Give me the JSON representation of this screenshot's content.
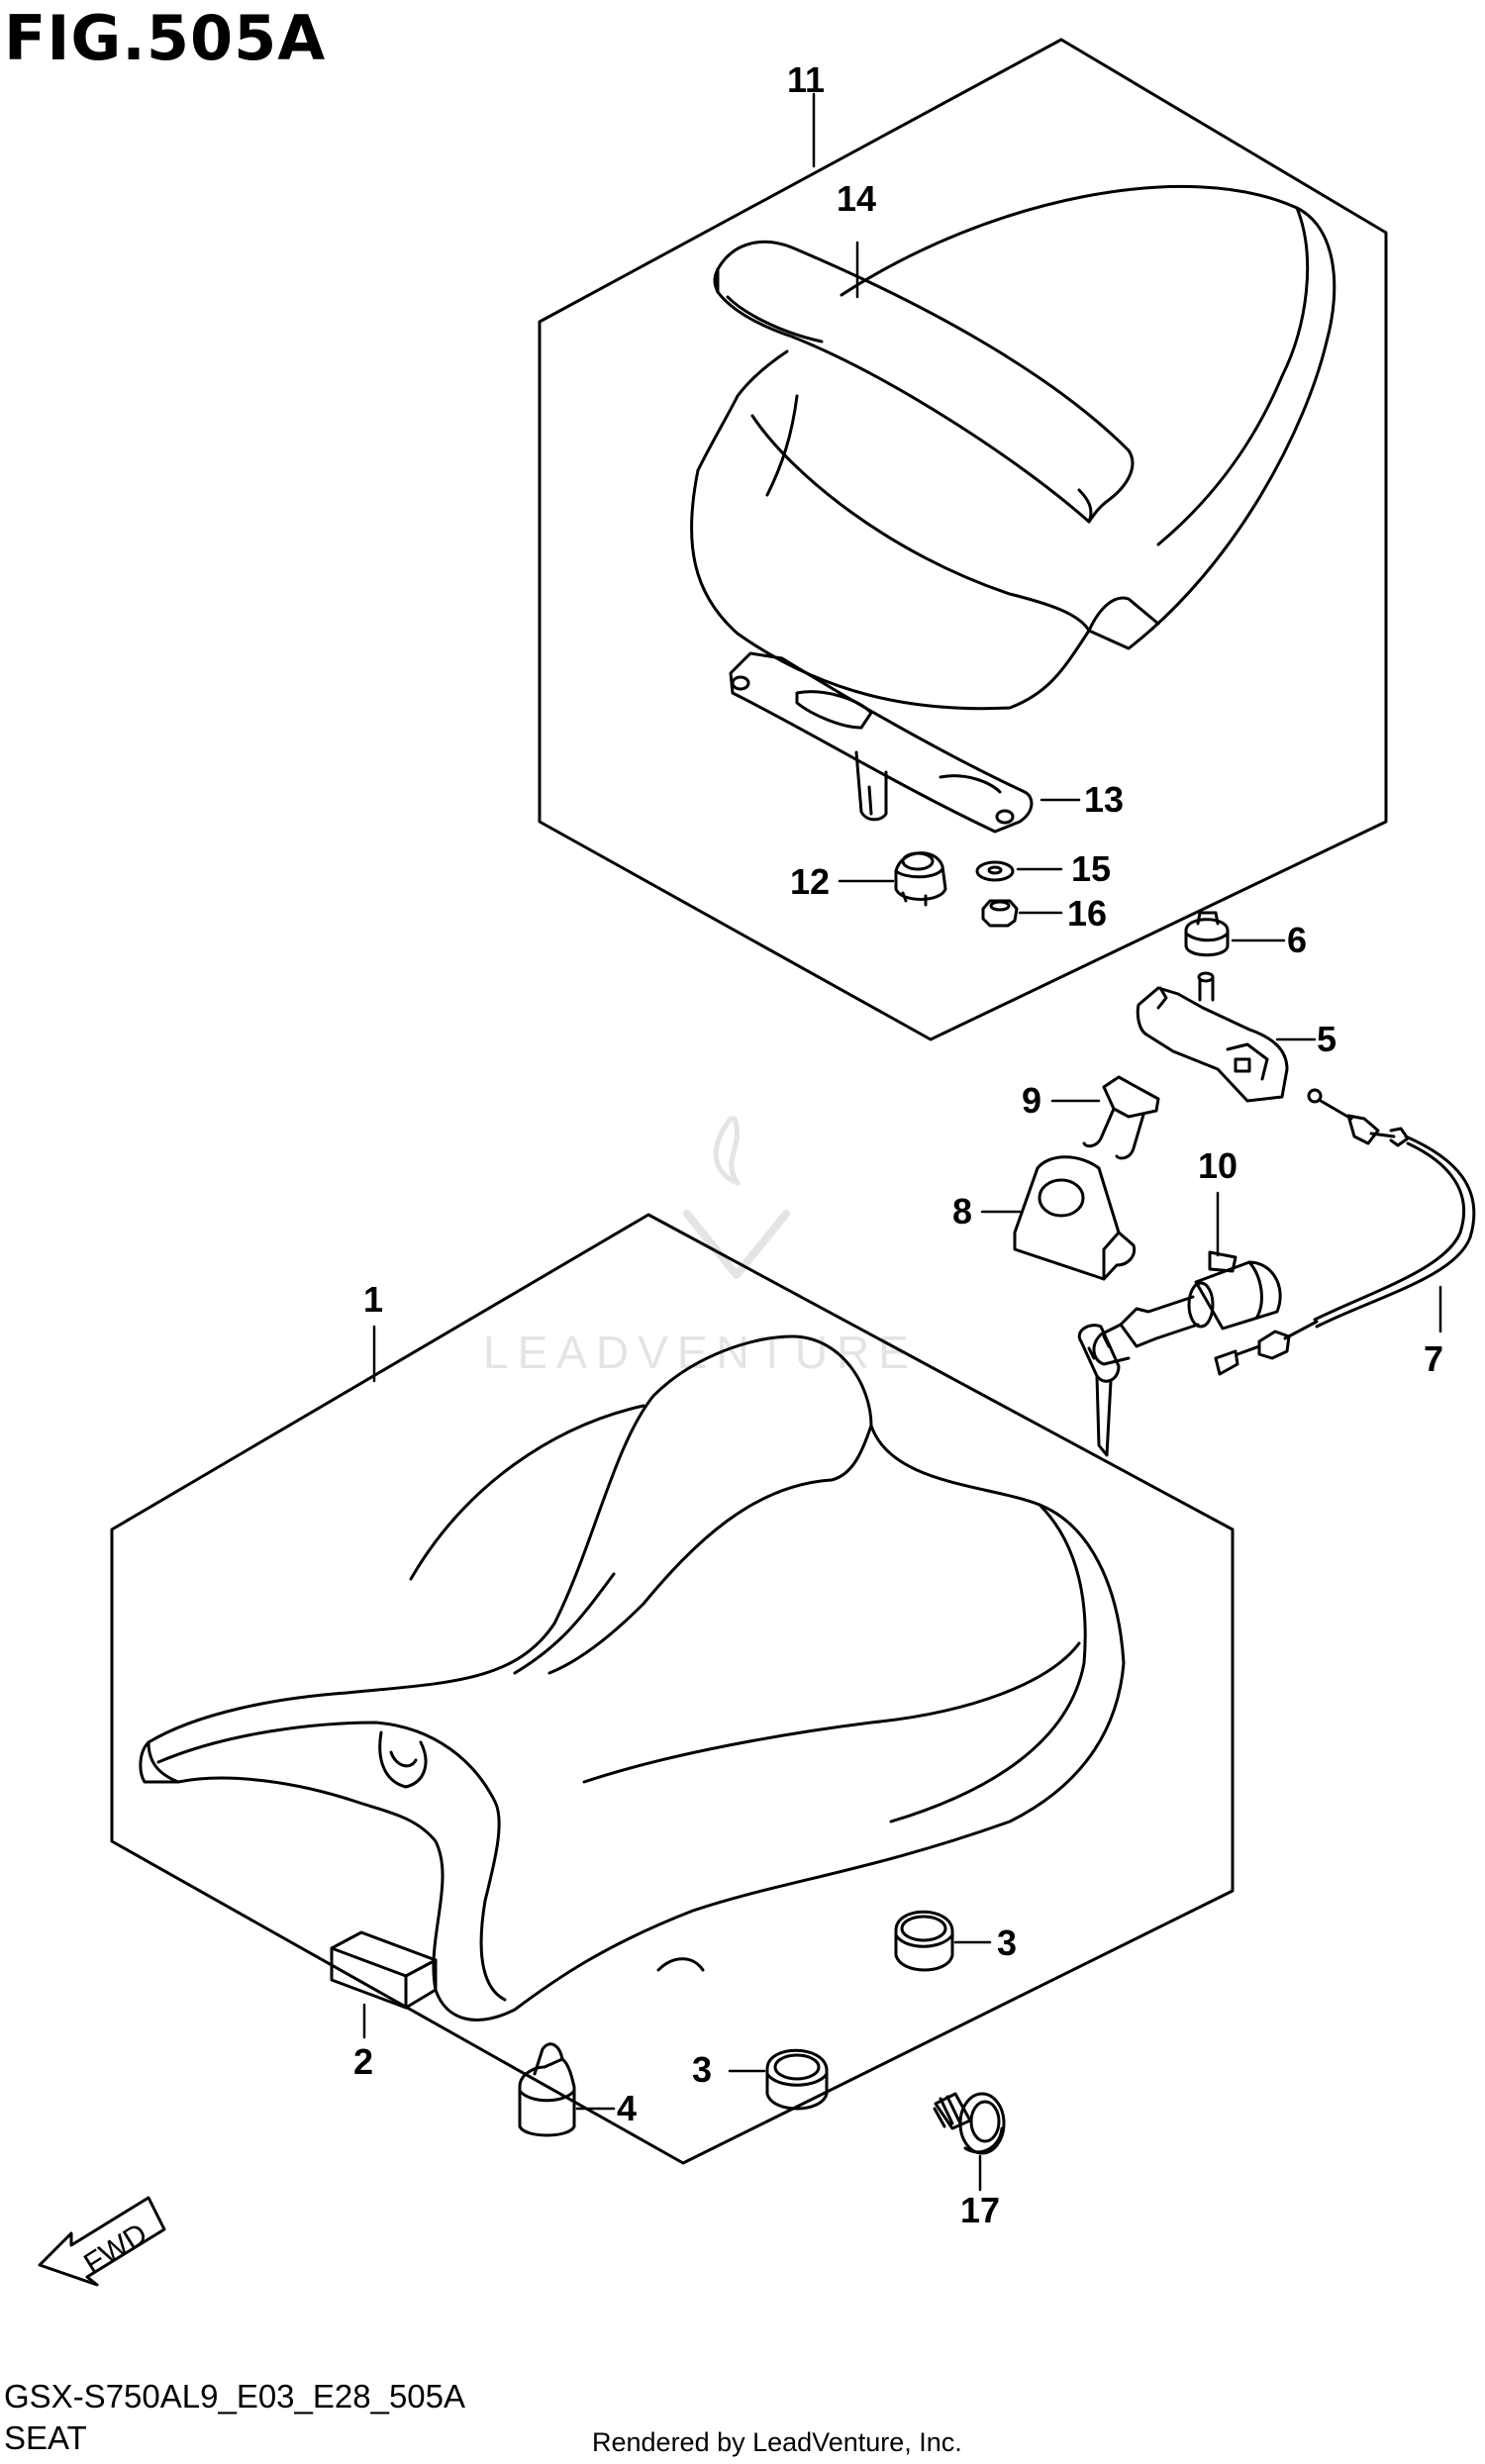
{
  "figure": {
    "title": "FIG.505A",
    "model_code": "GSX-S750AL9_E03_E28_505A",
    "section_name": "SEAT",
    "credit": "Rendered by LeadVenture, Inc.",
    "watermark": "LEADVENTURE"
  },
  "fwd_indicator": {
    "label": "FWD"
  },
  "callouts": [
    {
      "part": "1"
    },
    {
      "part": "2"
    },
    {
      "part": "3"
    },
    {
      "part": "3"
    },
    {
      "part": "4"
    },
    {
      "part": "5"
    },
    {
      "part": "6"
    },
    {
      "part": "7"
    },
    {
      "part": "8"
    },
    {
      "part": "9"
    },
    {
      "part": "10"
    },
    {
      "part": "11"
    },
    {
      "part": "12"
    },
    {
      "part": "13"
    },
    {
      "part": "14"
    },
    {
      "part": "15"
    },
    {
      "part": "16"
    },
    {
      "part": "17"
    }
  ],
  "colors": {
    "line": "#000000",
    "watermark": "#e4e4e4",
    "background": "#ffffff"
  }
}
